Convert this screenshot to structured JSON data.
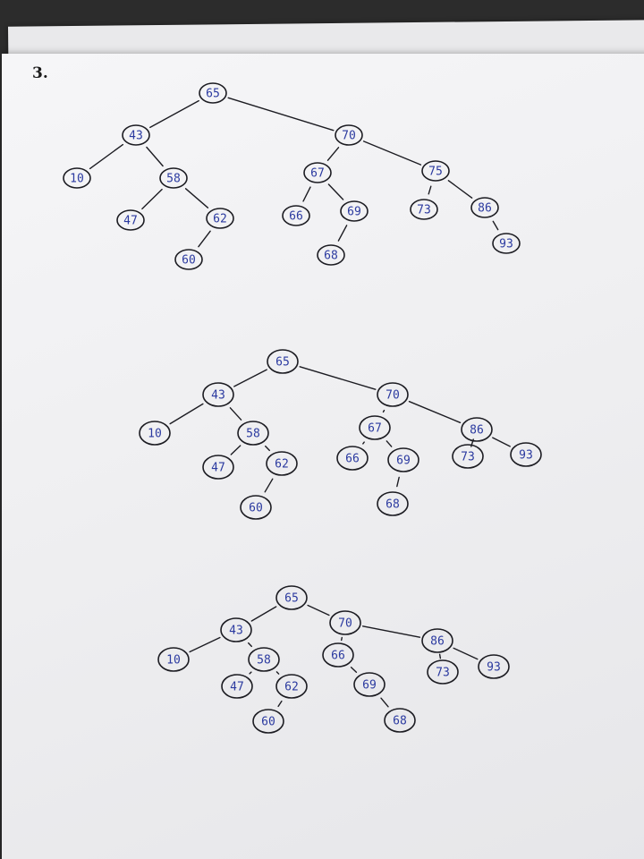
{
  "problem_number": "3.",
  "trees": [
    {
      "id": "tree-1",
      "nodes": [
        {
          "id": "65",
          "label": "65"
        },
        {
          "id": "43",
          "label": "43"
        },
        {
          "id": "10",
          "label": "10"
        },
        {
          "id": "58",
          "label": "58"
        },
        {
          "id": "47",
          "label": "47"
        },
        {
          "id": "62",
          "label": "62"
        },
        {
          "id": "60",
          "label": "60"
        },
        {
          "id": "70",
          "label": "70"
        },
        {
          "id": "67",
          "label": "67"
        },
        {
          "id": "66",
          "label": "66"
        },
        {
          "id": "69",
          "label": "69"
        },
        {
          "id": "68",
          "label": "68"
        },
        {
          "id": "75",
          "label": "75"
        },
        {
          "id": "73",
          "label": "73"
        },
        {
          "id": "86",
          "label": "86"
        },
        {
          "id": "93",
          "label": "93"
        }
      ],
      "edges": [
        [
          "65",
          "43"
        ],
        [
          "65",
          "70"
        ],
        [
          "43",
          "10"
        ],
        [
          "43",
          "58"
        ],
        [
          "58",
          "47"
        ],
        [
          "58",
          "62"
        ],
        [
          "62",
          "60"
        ],
        [
          "70",
          "67"
        ],
        [
          "70",
          "75"
        ],
        [
          "67",
          "66"
        ],
        [
          "67",
          "69"
        ],
        [
          "69",
          "68"
        ],
        [
          "75",
          "73"
        ],
        [
          "75",
          "86"
        ],
        [
          "86",
          "93"
        ]
      ]
    },
    {
      "id": "tree-2",
      "nodes": [
        {
          "id": "65",
          "label": "65"
        },
        {
          "id": "43",
          "label": "43"
        },
        {
          "id": "10",
          "label": "10"
        },
        {
          "id": "58",
          "label": "58"
        },
        {
          "id": "47",
          "label": "47"
        },
        {
          "id": "62",
          "label": "62"
        },
        {
          "id": "60",
          "label": "60"
        },
        {
          "id": "70",
          "label": "70"
        },
        {
          "id": "67",
          "label": "67"
        },
        {
          "id": "66",
          "label": "66"
        },
        {
          "id": "69",
          "label": "69"
        },
        {
          "id": "68",
          "label": "68"
        },
        {
          "id": "86",
          "label": "86"
        },
        {
          "id": "73",
          "label": "73"
        },
        {
          "id": "93",
          "label": "93"
        }
      ],
      "edges": [
        [
          "65",
          "43"
        ],
        [
          "65",
          "70"
        ],
        [
          "43",
          "10"
        ],
        [
          "43",
          "58"
        ],
        [
          "58",
          "47"
        ],
        [
          "58",
          "62"
        ],
        [
          "62",
          "60"
        ],
        [
          "70",
          "67"
        ],
        [
          "70",
          "86"
        ],
        [
          "67",
          "66"
        ],
        [
          "67",
          "69"
        ],
        [
          "69",
          "68"
        ],
        [
          "86",
          "73"
        ],
        [
          "86",
          "93"
        ]
      ]
    },
    {
      "id": "tree-3",
      "nodes": [
        {
          "id": "65",
          "label": "65"
        },
        {
          "id": "43",
          "label": "43"
        },
        {
          "id": "10",
          "label": "10"
        },
        {
          "id": "58",
          "label": "58"
        },
        {
          "id": "47",
          "label": "47"
        },
        {
          "id": "62",
          "label": "62"
        },
        {
          "id": "60",
          "label": "60"
        },
        {
          "id": "70",
          "label": "70"
        },
        {
          "id": "66",
          "label": "66"
        },
        {
          "id": "69",
          "label": "69"
        },
        {
          "id": "68",
          "label": "68"
        },
        {
          "id": "86",
          "label": "86"
        },
        {
          "id": "73",
          "label": "73"
        },
        {
          "id": "93",
          "label": "93"
        }
      ],
      "edges": [
        [
          "65",
          "43"
        ],
        [
          "65",
          "70"
        ],
        [
          "43",
          "10"
        ],
        [
          "43",
          "58"
        ],
        [
          "58",
          "47"
        ],
        [
          "58",
          "62"
        ],
        [
          "62",
          "60"
        ],
        [
          "70",
          "66"
        ],
        [
          "70",
          "86"
        ],
        [
          "66",
          "69"
        ],
        [
          "69",
          "68"
        ],
        [
          "86",
          "73"
        ],
        [
          "86",
          "93"
        ]
      ]
    }
  ],
  "colors": {
    "ink_pencil": "#1c1c22",
    "ink_pen": "#2b3aa0",
    "paper": "#f2f2f4",
    "background": "#2c2c2c"
  }
}
